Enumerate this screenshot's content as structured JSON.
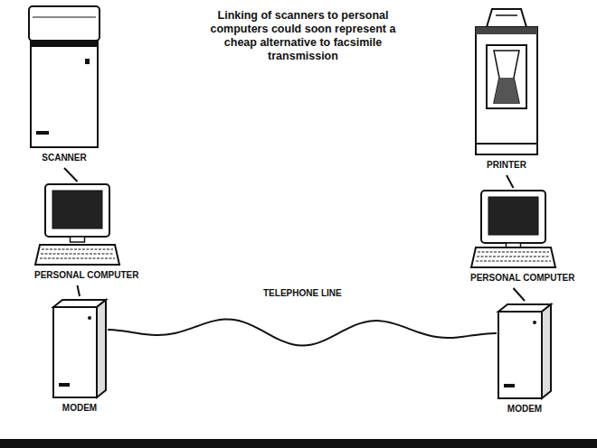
{
  "diagram": {
    "title": "Linking of scanners to personal computers could soon represent a cheap alternative to facsimile transmission",
    "nodes": [
      {
        "text": [
          "SCANNER"
        ]
      },
      {
        "text": [
          "PRINTER"
        ]
      },
      {
        "text": [
          "PERSONAL COMPUTER"
        ]
      },
      {
        "text": [
          "PERSONAL COMPUTER"
        ]
      },
      {
        "text": [
          "MODEM"
        ]
      },
      {
        "text": [
          "MODEM"
        ]
      }
    ],
    "edges": [
      {
        "from": 0,
        "to": 2,
        "arrow": "none"
      },
      {
        "from": 1,
        "to": 3,
        "arrow": "none"
      },
      {
        "from": 2,
        "to": 4,
        "arrow": "none"
      },
      {
        "from": 3,
        "to": 5,
        "arrow": "none"
      },
      {
        "from": 4,
        "to": 5,
        "label": "TELEPHONE LINE",
        "arrow": "none"
      }
    ]
  }
}
